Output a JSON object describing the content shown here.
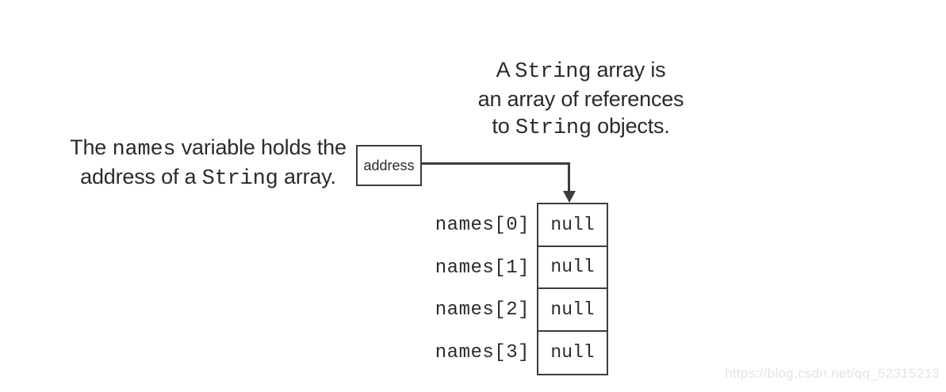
{
  "colors": {
    "background": "#ffffff",
    "line": "#3c3c3c",
    "text": "#2b2b2b",
    "watermark": "#e4e4e4"
  },
  "annotations": {
    "array_note": {
      "line1_pre": "A ",
      "line1_code": "String",
      "line1_post": " array is",
      "line2": "an array of references",
      "line3_pre": "to ",
      "line3_code": "String",
      "line3_post": " objects."
    },
    "names_note": {
      "line1_pre": "The ",
      "line1_code": "names",
      "line1_post": " variable holds the",
      "line2_pre": "address of a ",
      "line2_code": "String",
      "line2_post": " array."
    }
  },
  "reference_box": {
    "label": "address"
  },
  "array": {
    "rows": [
      {
        "label": "names[0]",
        "value": "null"
      },
      {
        "label": "names[1]",
        "value": "null"
      },
      {
        "label": "names[2]",
        "value": "null"
      },
      {
        "label": "names[3]",
        "value": "null"
      }
    ]
  },
  "watermark": {
    "text": "https://blog.csdn.net/qq_52315213"
  }
}
